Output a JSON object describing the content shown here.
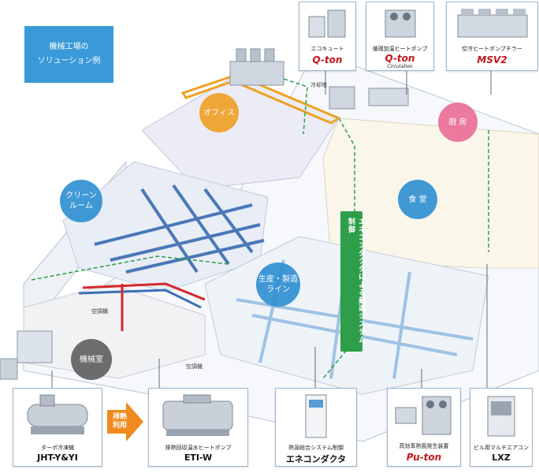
{
  "title": "機械工場の\nソリューション例",
  "zones": {
    "office": "オフィス",
    "kitchen": "厨 房",
    "cafeteria": "食 堂",
    "clean_room": "クリーン\nルーム",
    "production": "生産・製造\nライン",
    "machine_room": "機械室"
  },
  "room_tags": {
    "cooling_tower": "冷却塔",
    "ac_unit_1": "空調機",
    "ac_unit_2": "空調機"
  },
  "duct_label": "エネコンダクタによる最適システム制御",
  "transfer_arrow": "排熱\n利用",
  "products_top": [
    {
      "label": "エコキュート",
      "brand": "Q-ton"
    },
    {
      "label": "循環加温ヒートポンプ",
      "brand": "Q-ton",
      "sub": "Circulation"
    },
    {
      "label": "空冷ヒートポンプチラー",
      "brand": "MSV2"
    }
  ],
  "products_bottom": [
    {
      "label": "ターボ冷凍機",
      "name": "JHT-Y&YI"
    },
    {
      "label": "排熱回収温水ヒートポンプ",
      "name": "ETI-W"
    },
    {
      "label": "熱源総合システム制御",
      "name": "エネコンダクタ"
    },
    {
      "label": "高効率熱風発生装置",
      "name": "Pu-ton"
    },
    {
      "label": "ビル用マルチエアコン",
      "name": "LXZ"
    }
  ],
  "colors": {
    "title_bg": "#3a9ad9",
    "office_bubble": "#f0a024",
    "kitchen_bubble": "#ea6d95",
    "cafeteria_bubble": "#2d8fd2",
    "clean_bubble": "#2d8fd2",
    "production_bubble": "#2d8fd2",
    "machine_bubble": "#555555",
    "duct_green": "#2e9e4a",
    "arrow_orange": "#f08a1c"
  }
}
